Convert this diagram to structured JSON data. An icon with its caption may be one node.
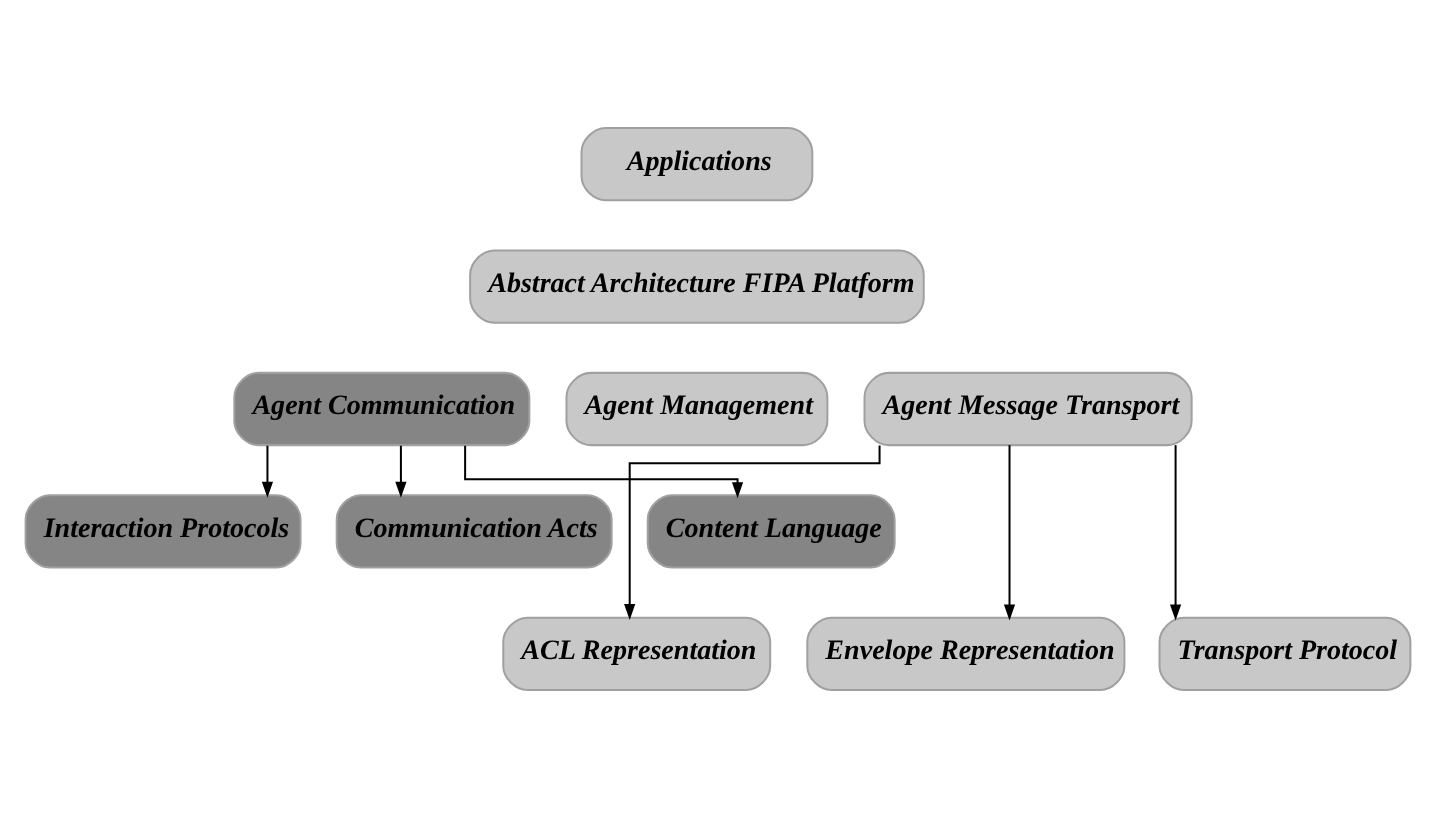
{
  "diagram": {
    "nodes": [
      {
        "text": [
          "Applications"
        ]
      },
      {
        "text": [
          "Abstract Architecture FIPA Platform"
        ]
      },
      {
        "text": [
          "Agent Communication"
        ]
      },
      {
        "text": [
          "Agent Management"
        ]
      },
      {
        "text": [
          "Agent Message Transport"
        ]
      },
      {
        "text": [
          "Interaction Protocols"
        ]
      },
      {
        "text": [
          "Communication Acts"
        ]
      },
      {
        "text": [
          "Content Language"
        ]
      },
      {
        "text": [
          "ACL Representation"
        ]
      },
      {
        "text": [
          "Envelope Representation"
        ]
      },
      {
        "text": [
          "Transport Protocol"
        ]
      }
    ],
    "edges": [
      {
        "from": 2,
        "to": 5,
        "arrow": "to"
      },
      {
        "from": 2,
        "to": 6,
        "arrow": "to"
      },
      {
        "from": 2,
        "to": 7,
        "arrow": "to"
      },
      {
        "from": 4,
        "to": 8,
        "arrow": "to"
      },
      {
        "from": 4,
        "to": 9,
        "arrow": "to"
      },
      {
        "from": 4,
        "to": 10,
        "arrow": "to"
      }
    ]
  }
}
